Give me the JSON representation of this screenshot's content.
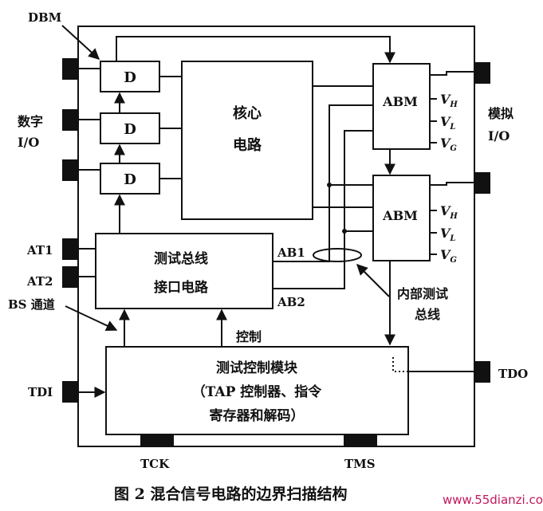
{
  "labels": {
    "dbm": "DBM",
    "digital_io_line1": "数字",
    "digital_io_line2": "I/O",
    "analog_io_line1": "模拟",
    "analog_io_line2": "I/O",
    "at1": "AT1",
    "at2": "AT2",
    "bs_channel": "BS 通道",
    "tdi": "TDI",
    "tdo": "TDO",
    "tck": "TCK",
    "tms": "TMS",
    "ab1": "AB1",
    "ab2": "AB2",
    "control": "控制",
    "internal_bus_line1": "内部测试",
    "internal_bus_line2": "总线"
  },
  "blocks": {
    "d_cell": "D",
    "core_line1": "核心",
    "core_line2": "电路",
    "abm": "ABM",
    "bus_if_line1": "测试总线",
    "bus_if_line2": "接口电路",
    "tcm_line1": "测试控制模块",
    "tcm_line2": "（TAP 控制器、指令",
    "tcm_line3": "寄存器和解码）"
  },
  "ref_voltages": {
    "v": "V",
    "h": "H",
    "l": "L",
    "g": "G"
  },
  "caption": "图 2   混合信号电路的边界扫描结构",
  "watermark": "www.55dianzi.com"
}
